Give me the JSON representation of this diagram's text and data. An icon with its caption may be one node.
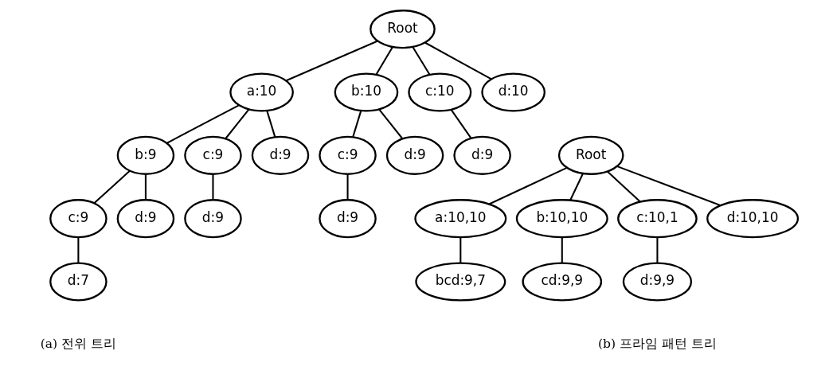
{
  "diagram": {
    "nodes": [
      {
        "text": [
          "Root"
        ]
      },
      {
        "text": [
          "a:10"
        ]
      },
      {
        "text": [
          "b:10"
        ]
      },
      {
        "text": [
          "c:10"
        ]
      },
      {
        "text": [
          "d:10"
        ]
      },
      {
        "text": [
          "b:9"
        ]
      },
      {
        "text": [
          "c:9"
        ]
      },
      {
        "text": [
          "d:9"
        ]
      },
      {
        "text": [
          "c:9"
        ]
      },
      {
        "text": [
          "d:9"
        ]
      },
      {
        "text": [
          "d:9"
        ]
      },
      {
        "text": [
          "c:9"
        ]
      },
      {
        "text": [
          "d:9"
        ]
      },
      {
        "text": [
          "d:9"
        ]
      },
      {
        "text": [
          "d:9"
        ]
      },
      {
        "text": [
          "d:7"
        ]
      },
      {
        "text": [
          "Root"
        ]
      },
      {
        "text": [
          "a:10,10"
        ]
      },
      {
        "text": [
          "b:10,10"
        ]
      },
      {
        "text": [
          "c:10,1"
        ]
      },
      {
        "text": [
          "d:10,10"
        ]
      },
      {
        "text": [
          "bcd:9,7"
        ]
      },
      {
        "text": [
          "cd:9,9"
        ]
      },
      {
        "text": [
          "d:9,9"
        ]
      }
    ],
    "edges": [
      {
        "from": 0,
        "to": 1,
        "arrow": "none"
      },
      {
        "from": 0,
        "to": 2,
        "arrow": "none"
      },
      {
        "from": 0,
        "to": 3,
        "arrow": "none"
      },
      {
        "from": 0,
        "to": 4,
        "arrow": "none"
      },
      {
        "from": 1,
        "to": 5,
        "arrow": "none"
      },
      {
        "from": 1,
        "to": 6,
        "arrow": "none"
      },
      {
        "from": 1,
        "to": 7,
        "arrow": "none"
      },
      {
        "from": 2,
        "to": 8,
        "arrow": "none"
      },
      {
        "from": 2,
        "to": 9,
        "arrow": "none"
      },
      {
        "from": 3,
        "to": 10,
        "arrow": "none"
      },
      {
        "from": 5,
        "to": 11,
        "arrow": "none"
      },
      {
        "from": 5,
        "to": 12,
        "arrow": "none"
      },
      {
        "from": 6,
        "to": 13,
        "arrow": "none"
      },
      {
        "from": 8,
        "to": 14,
        "arrow": "none"
      },
      {
        "from": 11,
        "to": 15,
        "arrow": "none"
      },
      {
        "from": 16,
        "to": 17,
        "arrow": "none"
      },
      {
        "from": 16,
        "to": 18,
        "arrow": "none"
      },
      {
        "from": 16,
        "to": 19,
        "arrow": "none"
      },
      {
        "from": 16,
        "to": 20,
        "arrow": "none"
      },
      {
        "from": 17,
        "to": 21,
        "arrow": "none"
      },
      {
        "from": 18,
        "to": 22,
        "arrow": "none"
      },
      {
        "from": 19,
        "to": 23,
        "arrow": "none"
      }
    ],
    "labels": [
      "(a) 전위 트리",
      "(b) 프라임 패턴 트리"
    ]
  }
}
